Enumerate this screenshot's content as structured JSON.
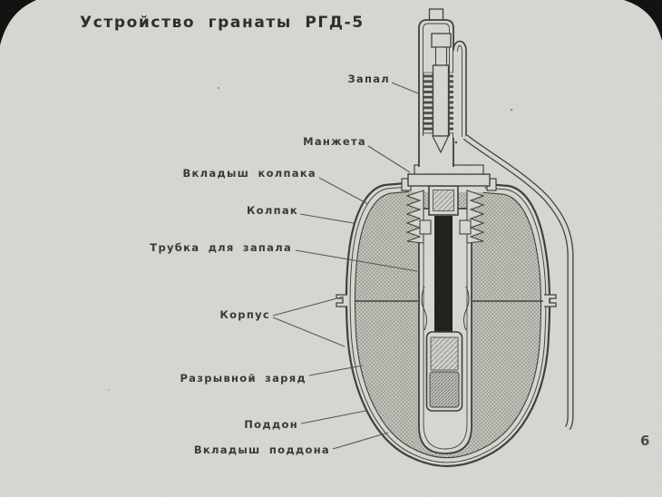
{
  "slide": {
    "title": "Устройство гранаты РГД-5",
    "page_number": "6"
  },
  "labels": {
    "zapal": "Запал",
    "manzheta": "Манжета",
    "vkladysh_kolpaka": "Вкладыш колпака",
    "kolpak": "Колпак",
    "trubka_dlya_zapala": "Трубка для запала",
    "korpus": "Корпус",
    "razryvnoy_zaryad": "Разрывной заряд",
    "poddon": "Поддон",
    "vkladysh_poddona": "Вкладыш поддона"
  },
  "colors": {
    "paper": "#d8d6d0",
    "ink": "#3c3c36",
    "detonator_channel": "#1b1b18",
    "film_corner": "#0b0b0b"
  }
}
